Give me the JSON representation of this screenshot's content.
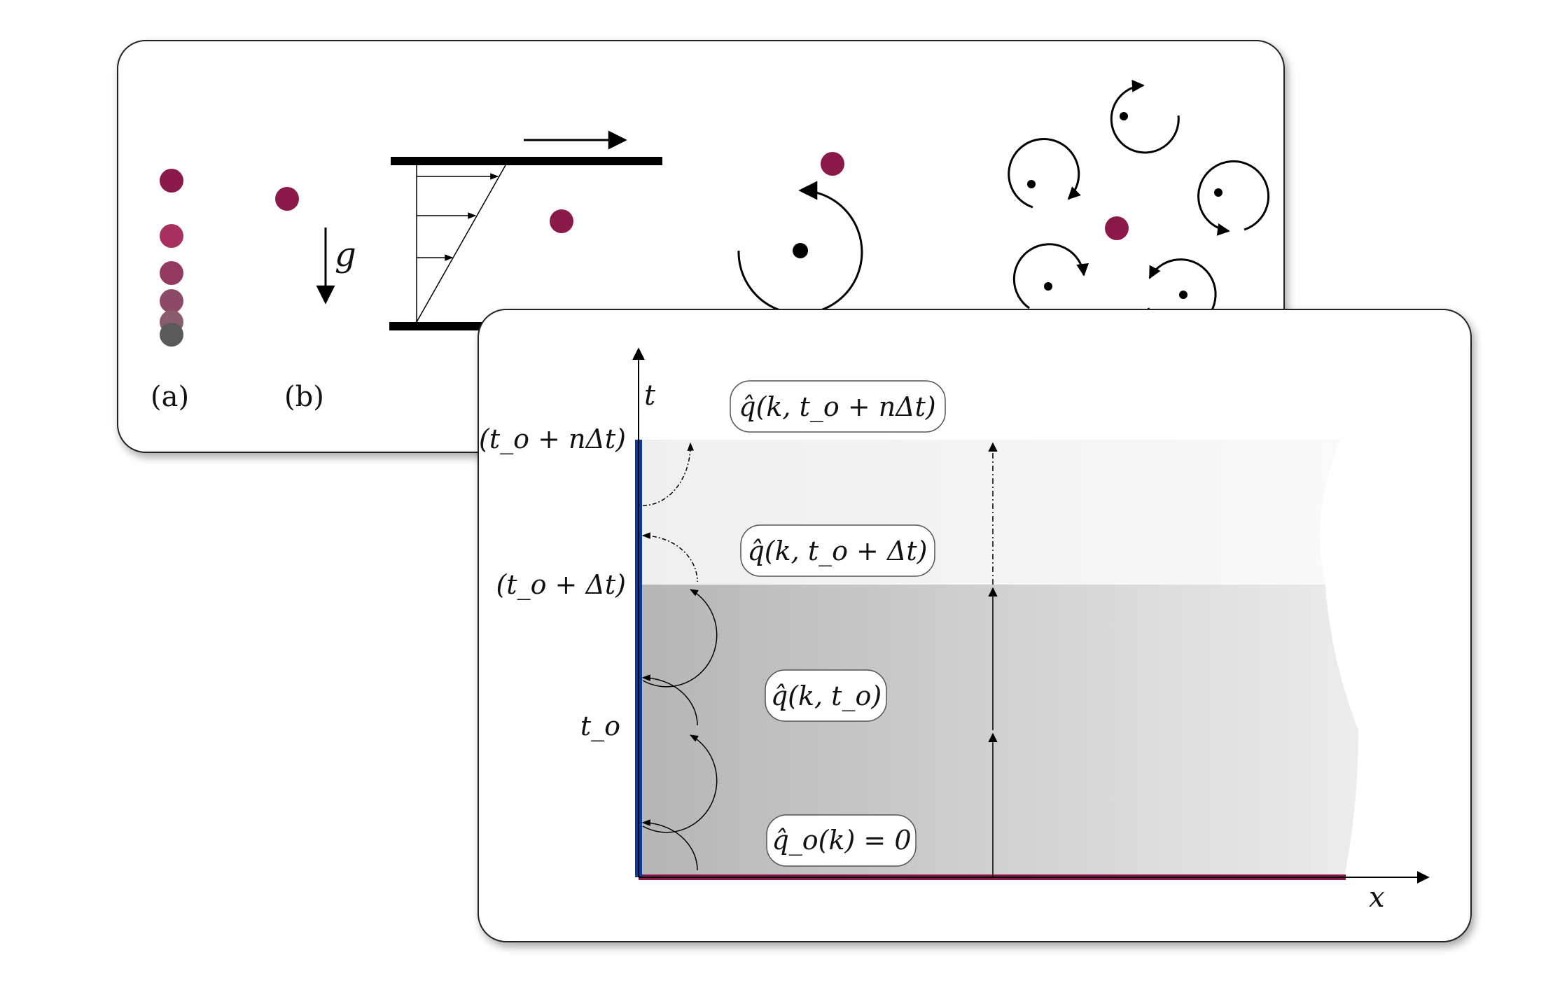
{
  "back_panel": {
    "labels": {
      "a": "(a)",
      "b": "(b)",
      "gravity": "g"
    }
  },
  "front_panel": {
    "axes": {
      "x_label": "x",
      "t_label": "t"
    },
    "time_labels": {
      "t_o_plus_n_dt": "(t_o + nΔt)",
      "t_o_plus_dt": "(t_o + Δt)",
      "t_o": "t_o"
    },
    "state_labels": {
      "q_n": "q̂(k, t_o + nΔt)",
      "q_1": "q̂(k, t_o + Δt)",
      "q_0": "q̂(k, t_o)",
      "q_init": "q̂_o(k) = 0"
    }
  },
  "colors": {
    "particle": "#8b1a4a",
    "boundary": "#0b3a9c",
    "line": "#000000"
  }
}
